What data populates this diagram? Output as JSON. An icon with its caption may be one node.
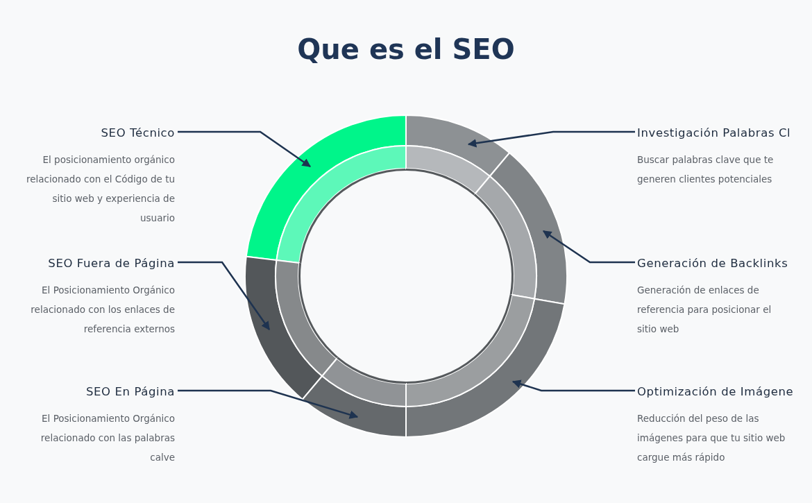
{
  "diagram": {
    "title": "Que es el SEO",
    "nodes": [
      {
        "text": [
          "SEO Técnico",
          "El posicionamiento orgánico relacionado con el Código de tu sitio web y experiencia de usuario"
        ]
      },
      {
        "text": [
          "SEO Fuera de Página",
          "El Posicionamiento Orgánico relacionado con los enlaces de referencia externos"
        ]
      },
      {
        "text": [
          "SEO En Página",
          "El Posicionamiento Orgánico relacionado con las palabras calve"
        ]
      },
      {
        "text": [
          "Investigación Palabras Cl",
          "Buscar palabras clave que te generen clientes potenciales"
        ]
      },
      {
        "text": [
          "Generación de Backlinks",
          "Generación de enlaces de referencia para posicionar el sitio web"
        ]
      },
      {
        "text": [
          "Optimización de Imágene",
          "Reducción del peso de las imágenes para que tu sitio web cargue más rápido"
        ]
      },
      {
        "text": [],
        "shape": "arc"
      },
      {
        "text": [],
        "shape": "arc"
      },
      {
        "text": [],
        "shape": "arc"
      },
      {
        "text": [],
        "shape": "arc"
      },
      {
        "text": [],
        "shape": "arc"
      },
      {
        "text": [],
        "shape": "arc"
      }
    ],
    "edges": [
      {
        "from": 0,
        "to": 6,
        "arrow": "to"
      },
      {
        "from": 1,
        "to": 9,
        "arrow": "to"
      },
      {
        "from": 2,
        "to": 11,
        "arrow": "to"
      },
      {
        "from": 3,
        "to": 7,
        "arrow": "to"
      },
      {
        "from": 4,
        "to": 8,
        "arrow": "to"
      },
      {
        "from": 5,
        "to": 10,
        "arrow": "to"
      }
    ]
  }
}
